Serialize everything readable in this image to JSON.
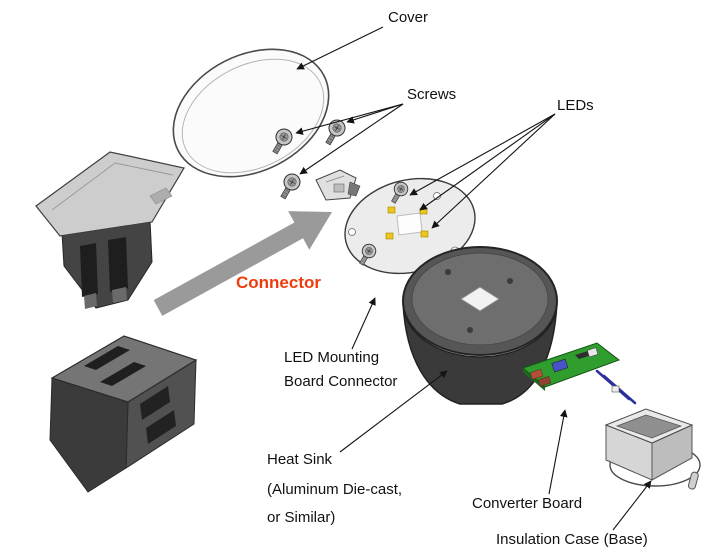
{
  "figure": {
    "labels": {
      "cover": "Cover",
      "screws": "Screws",
      "leds": "LEDs",
      "connector": "Connector",
      "led_mounting_line1": "LED Mounting",
      "led_mounting_line2": "Board Connector",
      "heat_sink_line1": "Heat Sink",
      "heat_sink_line2": "(Aluminum Die-cast,",
      "heat_sink_line3": "or Similar)",
      "converter_board": "Converter Board",
      "insulation_case": "Insulation Case (Base)"
    },
    "colors": {
      "connector_label": "#ee3d0c",
      "arrow": "#9a9a9a",
      "pcb": "#2f9e2f",
      "led_yellow": "#f0c419"
    }
  }
}
